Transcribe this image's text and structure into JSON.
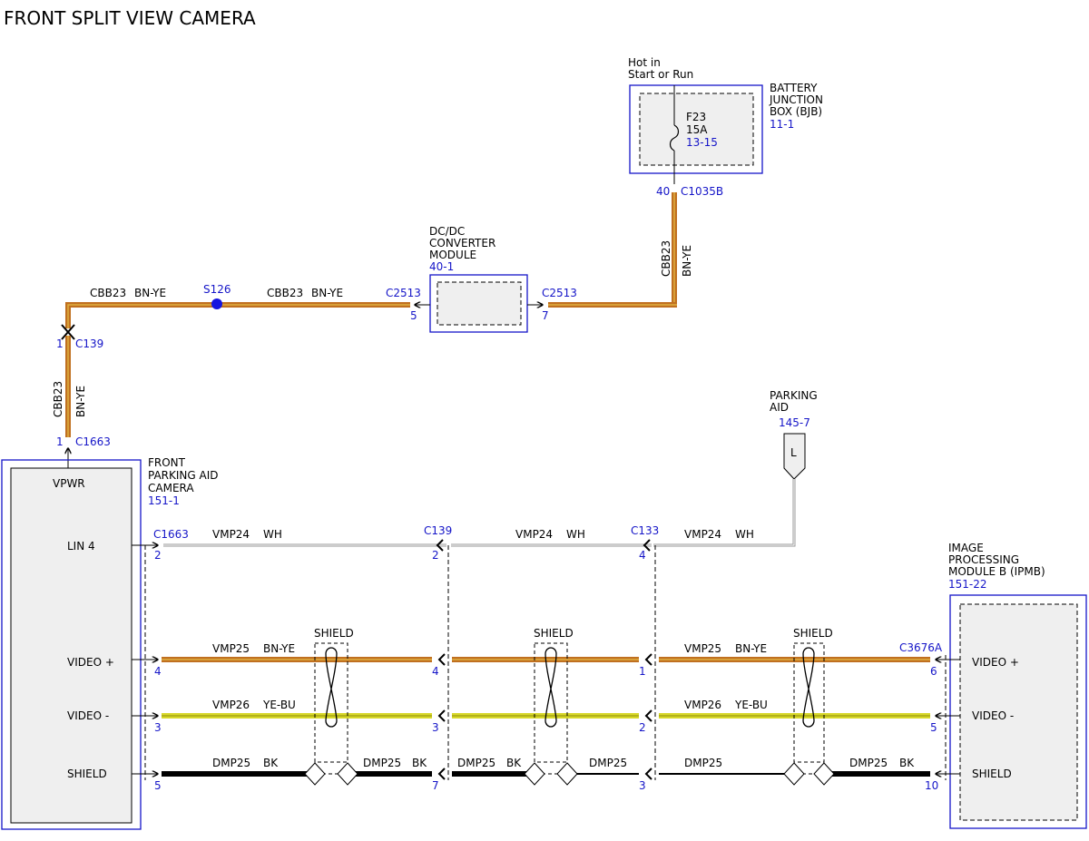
{
  "title": "FRONT SPLIT VIEW CAMERA",
  "colors": {
    "blue": "#1515c8",
    "wire_bn_ye_core": "#c07020",
    "wire_bn_ye_stripe": "#e0b040",
    "wire_ye_bu_core": "#d8d82a",
    "wire_ye_bu_stripe": "#9a9a10",
    "wire_wh": "#9a9a9a",
    "wire_bk": "#000000",
    "module_fill": "#efefef",
    "splice": "#1515e0"
  },
  "power": {
    "hot_line1": "Hot in",
    "hot_line2": "Start or Run",
    "bjb": {
      "line1": "BATTERY",
      "line2": "JUNCTION",
      "line3": "BOX (BJB)",
      "ref": "11-1"
    },
    "fuse": {
      "name": "F23",
      "rating": "15A",
      "ref": "13-15"
    },
    "bjb_pin": "40",
    "bjb_connector": "C1035B",
    "wire_vertical": {
      "circuit": "CBB23",
      "color": "BN-YE"
    }
  },
  "dcdc": {
    "line1": "DC/DC",
    "line2": "CONVERTER",
    "line3": "MODULE",
    "ref": "40-1",
    "left_connector": "C2513",
    "left_pin": "5",
    "right_connector": "C2513",
    "right_pin": "7"
  },
  "top_run": {
    "seg1_circuit": "CBB23",
    "seg1_color": "BN-YE",
    "splice": "S126",
    "seg2_circuit": "CBB23",
    "seg2_color": "BN-YE"
  },
  "left_vertical": {
    "top_pin": "1",
    "top_connector": "C139",
    "circuit": "CBB23",
    "color": "BN-YE",
    "bottom_pin": "1",
    "bottom_connector": "C1663"
  },
  "camera": {
    "line1": "FRONT",
    "line2": "PARKING AID",
    "line3": "CAMERA",
    "ref": "151-1",
    "pins": [
      "VPWR",
      "LIN 4",
      "VIDEO +",
      "VIDEO -",
      "SHIELD"
    ]
  },
  "parking_aid": {
    "line1": "PARKING",
    "line2": "AID",
    "ref": "145-7",
    "symbol": "L"
  },
  "ipmb": {
    "line1": "IMAGE",
    "line2": "PROCESSING",
    "line3": "MODULE B (IPMB)",
    "ref": "151-22",
    "pins": [
      "VIDEO +",
      "VIDEO -",
      "SHIELD"
    ]
  },
  "connectors": {
    "cam": "C1663",
    "c139": "C139",
    "c133": "C133",
    "ipmb": "C3676A"
  },
  "lin_row": {
    "pins": [
      "2",
      "2",
      "4"
    ],
    "circuit": "VMP24",
    "color": "WH"
  },
  "video_plus_row": {
    "pins": [
      "4",
      "4",
      "1",
      "6"
    ],
    "circuit": "VMP25",
    "color": "BN-YE"
  },
  "video_minus_row": {
    "pins": [
      "3",
      "3",
      "2",
      "5"
    ],
    "circuit": "VMP26",
    "color": "YE-BU"
  },
  "shield_row": {
    "pins": [
      "5",
      "7",
      "3",
      "10"
    ],
    "seg1_circuit": "DMP25",
    "seg1_color": "BK",
    "seg2_circuit": "DMP25",
    "seg2_color": "BK",
    "seg3_circuit": "DMP25",
    "seg3_color": "BK",
    "seg4_circuit": "DMP25",
    "seg5_circuit": "DMP25",
    "seg6_circuit": "DMP25",
    "seg6_color": "BK"
  },
  "shield_label": "SHIELD"
}
